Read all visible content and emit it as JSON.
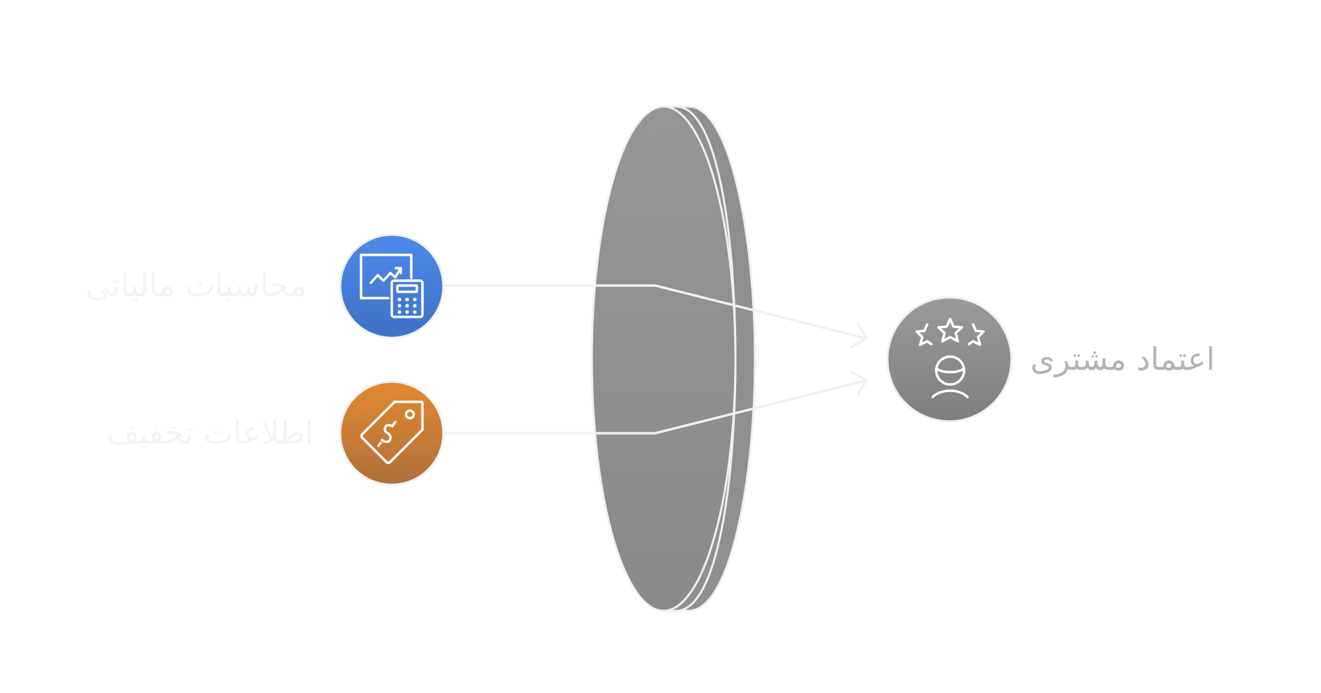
{
  "inputs": [
    {
      "label": "محاسبات مالیاتی",
      "icon": "calculator-chart-icon",
      "color_top": "#4d8aea",
      "color_bottom": "#3f72c8"
    },
    {
      "label": "اطلاعات تخفیف",
      "icon": "price-tag-icon",
      "color_top": "#e38a30",
      "color_bottom": "#b06e3a"
    }
  ],
  "output": {
    "label": "اعتماد مشتری",
    "icon": "customer-rating-icon",
    "color_top": "#9a9a9a",
    "color_bottom": "#7e7e7e"
  },
  "colors": {
    "lens": "#939393",
    "lens_dark": "#888888",
    "outline": "#f0f0f0",
    "input_label": "#f3f3f3",
    "output_label": "#b3b3b3"
  }
}
